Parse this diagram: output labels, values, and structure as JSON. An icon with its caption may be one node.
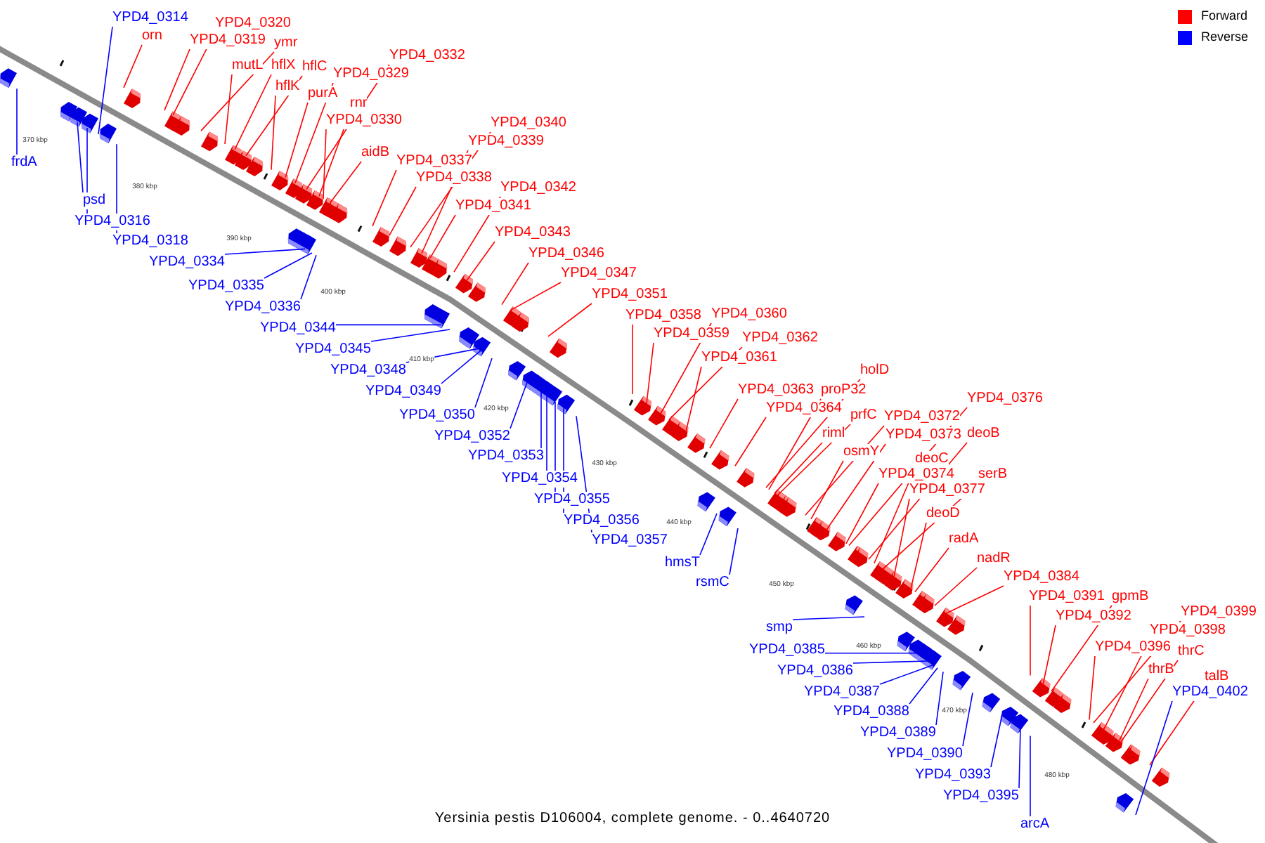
{
  "diagram": {
    "caption": "Yersinia pestis D106004, complete genome. - 0..4640720",
    "nodes": [
      {
        "text": [
          "YPD4_0314"
        ]
      },
      {
        "text": [
          "orn"
        ]
      },
      {
        "text": [
          "YPD4_0320"
        ]
      },
      {
        "text": [
          "YPD4_0319"
        ]
      },
      {
        "text": [
          "ymr"
        ]
      },
      {
        "text": [
          "mutL"
        ]
      },
      {
        "text": [
          "hflX"
        ]
      },
      {
        "text": [
          "hflC"
        ]
      },
      {
        "text": [
          "hflK"
        ]
      },
      {
        "text": [
          "purA"
        ]
      },
      {
        "text": [
          "YPD4_0329"
        ]
      },
      {
        "text": [
          "YPD4_0332"
        ]
      },
      {
        "text": [
          "rnr"
        ]
      },
      {
        "text": [
          "YPD4_0330"
        ]
      },
      {
        "text": [
          "aidB"
        ]
      },
      {
        "text": [
          "YPD4_0340"
        ]
      },
      {
        "text": [
          "YPD4_0339"
        ]
      },
      {
        "text": [
          "YPD4_0337"
        ]
      },
      {
        "text": [
          "YPD4_0338"
        ]
      },
      {
        "text": [
          "YPD4_0342"
        ]
      },
      {
        "text": [
          "YPD4_0341"
        ]
      },
      {
        "text": [
          "YPD4_0343"
        ]
      },
      {
        "text": [
          "YPD4_0346"
        ]
      },
      {
        "text": [
          "YPD4_0347"
        ]
      },
      {
        "text": [
          "YPD4_0351"
        ]
      },
      {
        "text": [
          "YPD4_0358"
        ]
      },
      {
        "text": [
          "YPD4_0360"
        ]
      },
      {
        "text": [
          "YPD4_0359"
        ]
      },
      {
        "text": [
          "YPD4_0362"
        ]
      },
      {
        "text": [
          "YPD4_0361"
        ]
      },
      {
        "text": [
          "YPD4_0363"
        ]
      },
      {
        "text": [
          "proP32"
        ]
      },
      {
        "text": [
          "holD"
        ]
      },
      {
        "text": [
          "YPD4_0364"
        ]
      },
      {
        "text": [
          "prfC"
        ]
      },
      {
        "text": [
          "riml"
        ]
      },
      {
        "text": [
          "YPD4_0372"
        ]
      },
      {
        "text": [
          "YPD4_0376"
        ]
      },
      {
        "text": [
          "YPD4_0373"
        ]
      },
      {
        "text": [
          "deoB"
        ]
      },
      {
        "text": [
          "osmY"
        ]
      },
      {
        "text": [
          "deoC"
        ]
      },
      {
        "text": [
          "YPD4_0374"
        ]
      },
      {
        "text": [
          "serB"
        ]
      },
      {
        "text": [
          "YPD4_0377"
        ]
      },
      {
        "text": [
          "deoD"
        ]
      },
      {
        "text": [
          "radA"
        ]
      },
      {
        "text": [
          "nadR"
        ]
      },
      {
        "text": [
          "YPD4_0384"
        ]
      },
      {
        "text": [
          "YPD4_0391"
        ]
      },
      {
        "text": [
          "gpmB"
        ]
      },
      {
        "text": [
          "YPD4_0399"
        ]
      },
      {
        "text": [
          "YPD4_0392"
        ]
      },
      {
        "text": [
          "YPD4_0398"
        ]
      },
      {
        "text": [
          "YPD4_0396"
        ]
      },
      {
        "text": [
          "thrC"
        ]
      },
      {
        "text": [
          "thrB"
        ]
      },
      {
        "text": [
          "talB"
        ]
      },
      {
        "text": [
          "YPD4_0402"
        ]
      },
      {
        "text": [
          "frdA"
        ]
      },
      {
        "text": [
          "psd"
        ]
      },
      {
        "text": [
          "YPD4_0316"
        ]
      },
      {
        "text": [
          "YPD4_0318"
        ]
      },
      {
        "text": [
          "YPD4_0334"
        ]
      },
      {
        "text": [
          "YPD4_0335"
        ]
      },
      {
        "text": [
          "YPD4_0336"
        ]
      },
      {
        "text": [
          "YPD4_0344"
        ]
      },
      {
        "text": [
          "YPD4_0345"
        ]
      },
      {
        "text": [
          "YPD4_0348"
        ]
      },
      {
        "text": [
          "YPD4_0349"
        ]
      },
      {
        "text": [
          "YPD4_0350"
        ]
      },
      {
        "text": [
          "YPD4_0352"
        ]
      },
      {
        "text": [
          "YPD4_0353"
        ]
      },
      {
        "text": [
          "YPD4_0354"
        ]
      },
      {
        "text": [
          "YPD4_0355"
        ]
      },
      {
        "text": [
          "YPD4_0356"
        ]
      },
      {
        "text": [
          "YPD4_0357"
        ]
      },
      {
        "text": [
          "hmsT"
        ]
      },
      {
        "text": [
          "rsmC"
        ]
      },
      {
        "text": [
          "smp"
        ]
      },
      {
        "text": [
          "YPD4_0385"
        ]
      },
      {
        "text": [
          "YPD4_0386"
        ]
      },
      {
        "text": [
          "YPD4_0387"
        ]
      },
      {
        "text": [
          "YPD4_0388"
        ]
      },
      {
        "text": [
          "YPD4_0389"
        ]
      },
      {
        "text": [
          "YPD4_0390"
        ]
      },
      {
        "text": [
          "YPD4_0393"
        ]
      },
      {
        "text": [
          "YPD4_0395"
        ]
      },
      {
        "text": [
          "arcA"
        ]
      },
      {
        "text": [],
        "shape": "pentagon"
      },
      {
        "text": [],
        "shape": "pentagon"
      },
      {
        "text": [],
        "shape": "pentagon"
      },
      {
        "text": [],
        "shape": "pentagon"
      },
      {
        "text": [],
        "shape": "pentagon"
      },
      {
        "text": [],
        "shape": "pentagon"
      },
      {
        "text": [],
        "shape": "pentagon"
      },
      {
        "text": [],
        "shape": "pentagon"
      },
      {
        "text": [],
        "shape": "pentagon"
      },
      {
        "text": [],
        "shape": "pentagon"
      },
      {
        "text": [],
        "shape": "pentagon"
      },
      {
        "text": [],
        "shape": "pentagon"
      },
      {
        "text": [],
        "shape": "pentagon"
      },
      {
        "text": [],
        "shape": "pentagon"
      },
      {
        "text": [],
        "shape": "pentagon"
      },
      {
        "text": [],
        "shape": "pentagon"
      },
      {
        "text": [],
        "shape": "pentagon"
      },
      {
        "text": [],
        "shape": "pentagon"
      },
      {
        "text": [],
        "shape": "pentagon"
      },
      {
        "text": [],
        "shape": "pentagon"
      },
      {
        "text": [],
        "shape": "pentagon"
      },
      {
        "text": [],
        "shape": "pentagon"
      },
      {
        "text": [],
        "shape": "pentagon"
      },
      {
        "text": [],
        "shape": "pentagon"
      },
      {
        "text": [],
        "shape": "pentagon"
      },
      {
        "text": [],
        "shape": "pentagon"
      },
      {
        "text": [],
        "shape": "pentagon"
      },
      {
        "text": [],
        "shape": "pentagon"
      },
      {
        "text": [],
        "shape": "pentagon"
      },
      {
        "text": [],
        "shape": "pentagon"
      },
      {
        "text": [],
        "shape": "pentagon"
      },
      {
        "text": [],
        "shape": "pentagon"
      },
      {
        "text": [],
        "shape": "pentagon"
      },
      {
        "text": [],
        "shape": "pentagon"
      },
      {
        "text": [],
        "shape": "pentagon"
      },
      {
        "text": [],
        "shape": "pentagon"
      },
      {
        "text": [],
        "shape": "pentagon"
      },
      {
        "text": [],
        "shape": "pentagon"
      },
      {
        "text": [],
        "shape": "pentagon"
      },
      {
        "text": [],
        "shape": "pentagon"
      },
      {
        "text": [],
        "shape": "pentagon"
      },
      {
        "text": [],
        "shape": "pentagon"
      },
      {
        "text": [],
        "shape": "pentagon"
      },
      {
        "text": [],
        "shape": "pentagon"
      },
      {
        "text": [],
        "shape": "pentagon"
      },
      {
        "text": [],
        "shape": "pentagon"
      },
      {
        "text": [],
        "shape": "pentagon"
      },
      {
        "text": [],
        "shape": "pentagon"
      },
      {
        "text": [],
        "shape": "pentagon"
      },
      {
        "text": [],
        "shape": "pentagon"
      },
      {
        "text": [],
        "shape": "pentagon"
      },
      {
        "text": [],
        "shape": "pentagon"
      },
      {
        "text": [],
        "shape": "pentagon"
      },
      {
        "text": [],
        "shape": "pentagon"
      },
      {
        "text": [],
        "shape": "pentagon"
      },
      {
        "text": [],
        "shape": "pentagon"
      },
      {
        "text": [],
        "shape": "pentagon"
      },
      {
        "text": [],
        "shape": "pentagon"
      },
      {
        "text": [],
        "shape": "pentagon"
      },
      {
        "text": [],
        "shape": "pentagon"
      },
      {
        "text": [],
        "shape": "pentagon"
      },
      {
        "text": [],
        "shape": "pentagon"
      },
      {
        "text": [],
        "shape": "pentagon"
      },
      {
        "text": [],
        "shape": "pentagon"
      },
      {
        "text": [],
        "shape": "pentagon"
      },
      {
        "text": [],
        "shape": "pentagon"
      },
      {
        "text": [],
        "shape": "pentagon"
      },
      {
        "text": [],
        "shape": "pentagon"
      },
      {
        "text": [],
        "shape": "pentagon"
      },
      {
        "text": [],
        "shape": "pentagon"
      },
      {
        "text": [],
        "shape": "pentagon"
      },
      {
        "text": [],
        "shape": "pentagon"
      },
      {
        "text": [],
        "shape": "pentagon"
      },
      {
        "text": [],
        "shape": "pentagon"
      },
      {
        "text": [],
        "shape": "pentagon"
      },
      {
        "text": [],
        "shape": "pentagon"
      },
      {
        "text": [],
        "shape": "pentagon"
      },
      {
        "text": [],
        "shape": "pentagon"
      },
      {
        "text": [],
        "shape": "pentagon"
      },
      {
        "text": [],
        "shape": "pentagon"
      },
      {
        "text": [],
        "shape": "pentagon"
      },
      {
        "text": [],
        "shape": "pentagon"
      },
      {
        "text": [],
        "shape": "pentagon"
      },
      {
        "text": [],
        "shape": "pentagon"
      },
      {
        "text": [],
        "shape": "pentagon"
      },
      {
        "text": [],
        "shape": "pentagon"
      },
      {
        "text": [],
        "shape": "pentagon"
      },
      {
        "text": [],
        "shape": "pentagon"
      },
      {
        "text": [],
        "shape": "pentagon"
      }
    ],
    "edges": [
      {
        "from": 0,
        "to": 92,
        "arrow": "none",
        "color": "#0000ff"
      },
      {
        "from": 1,
        "to": 94,
        "arrow": "none"
      },
      {
        "from": 2,
        "to": 96,
        "arrow": "none"
      },
      {
        "from": 3,
        "to": 95,
        "arrow": "none"
      },
      {
        "from": 4,
        "to": 97,
        "arrow": "none"
      },
      {
        "from": 5,
        "to": 98,
        "arrow": "none"
      },
      {
        "from": 6,
        "to": 99,
        "arrow": "none"
      },
      {
        "from": 7,
        "to": 100,
        "arrow": "none"
      },
      {
        "from": 8,
        "to": 101,
        "arrow": "none"
      },
      {
        "from": 9,
        "to": 102,
        "arrow": "none"
      },
      {
        "from": 10,
        "to": 103,
        "arrow": "none"
      },
      {
        "from": 11,
        "to": 105,
        "arrow": "none"
      },
      {
        "from": 12,
        "to": 108,
        "arrow": "none"
      },
      {
        "from": 13,
        "to": 109,
        "arrow": "none"
      },
      {
        "from": 14,
        "to": 110,
        "arrow": "none"
      },
      {
        "from": 15,
        "to": 113,
        "arrow": "none"
      },
      {
        "from": 16,
        "to": 114,
        "arrow": "none"
      },
      {
        "from": 17,
        "to": 111,
        "arrow": "none"
      },
      {
        "from": 18,
        "to": 112,
        "arrow": "none"
      },
      {
        "from": 19,
        "to": 118,
        "arrow": "none"
      },
      {
        "from": 20,
        "to": 115,
        "arrow": "none"
      },
      {
        "from": 21,
        "to": 119,
        "arrow": "none"
      },
      {
        "from": 22,
        "to": 123,
        "arrow": "none"
      },
      {
        "from": 23,
        "to": 124,
        "arrow": "none"
      },
      {
        "from": 24,
        "to": 128,
        "arrow": "none"
      },
      {
        "from": 25,
        "to": 132,
        "arrow": "none"
      },
      {
        "from": 26,
        "to": 134,
        "arrow": "none"
      },
      {
        "from": 27,
        "to": 133,
        "arrow": "none"
      },
      {
        "from": 28,
        "to": 135,
        "arrow": "none"
      },
      {
        "from": 29,
        "to": 136,
        "arrow": "none"
      },
      {
        "from": 30,
        "to": 137,
        "arrow": "none"
      },
      {
        "from": 31,
        "to": 142,
        "arrow": "none"
      },
      {
        "from": 32,
        "to": 141,
        "arrow": "none"
      },
      {
        "from": 33,
        "to": 139,
        "arrow": "none"
      },
      {
        "from": 34,
        "to": 144,
        "arrow": "none"
      },
      {
        "from": 35,
        "to": 143,
        "arrow": "none"
      },
      {
        "from": 36,
        "to": 145,
        "arrow": "none"
      },
      {
        "from": 37,
        "to": 149,
        "arrow": "none"
      },
      {
        "from": 38,
        "to": 147,
        "arrow": "none"
      },
      {
        "from": 39,
        "to": 151,
        "arrow": "none"
      },
      {
        "from": 40,
        "to": 146,
        "arrow": "none"
      },
      {
        "from": 41,
        "to": 152,
        "arrow": "none"
      },
      {
        "from": 42,
        "to": 148,
        "arrow": "none"
      },
      {
        "from": 43,
        "to": 153,
        "arrow": "none"
      },
      {
        "from": 44,
        "to": 154,
        "arrow": "none"
      },
      {
        "from": 45,
        "to": 155,
        "arrow": "none"
      },
      {
        "from": 46,
        "to": 156,
        "arrow": "none"
      },
      {
        "from": 47,
        "to": 160,
        "arrow": "none"
      },
      {
        "from": 48,
        "to": 163,
        "arrow": "none"
      },
      {
        "from": 49,
        "to": 167,
        "arrow": "none"
      },
      {
        "from": 50,
        "to": 170,
        "arrow": "none"
      },
      {
        "from": 51,
        "to": 172,
        "arrow": "none"
      },
      {
        "from": 52,
        "to": 169,
        "arrow": "none"
      },
      {
        "from": 53,
        "to": 173,
        "arrow": "none"
      },
      {
        "from": 54,
        "to": 171,
        "arrow": "none"
      },
      {
        "from": 55,
        "to": 175,
        "arrow": "none"
      },
      {
        "from": 56,
        "to": 174,
        "arrow": "none"
      },
      {
        "from": 57,
        "to": 177,
        "arrow": "none"
      },
      {
        "from": 58,
        "to": 176,
        "arrow": "none",
        "color": "#0000ff"
      },
      {
        "from": 59,
        "to": 89,
        "arrow": "none",
        "color": "#0000ff"
      },
      {
        "from": 60,
        "to": 90,
        "arrow": "none",
        "color": "#0000ff"
      },
      {
        "from": 61,
        "to": 91,
        "arrow": "none",
        "color": "#0000ff"
      },
      {
        "from": 62,
        "to": 93,
        "arrow": "none",
        "color": "#0000ff"
      },
      {
        "from": 63,
        "to": 104,
        "arrow": "none",
        "color": "#0000ff"
      },
      {
        "from": 64,
        "to": 106,
        "arrow": "none",
        "color": "#0000ff"
      },
      {
        "from": 65,
        "to": 107,
        "arrow": "none",
        "color": "#0000ff"
      },
      {
        "from": 66,
        "to": 116,
        "arrow": "none",
        "color": "#0000ff"
      },
      {
        "from": 67,
        "to": 117,
        "arrow": "none",
        "color": "#0000ff"
      },
      {
        "from": 68,
        "to": 120,
        "arrow": "none",
        "color": "#0000ff"
      },
      {
        "from": 69,
        "to": 121,
        "arrow": "none",
        "color": "#0000ff"
      },
      {
        "from": 70,
        "to": 122,
        "arrow": "none",
        "color": "#0000ff"
      },
      {
        "from": 71,
        "to": 125,
        "arrow": "none",
        "color": "#0000ff"
      },
      {
        "from": 72,
        "to": 126,
        "arrow": "none",
        "color": "#0000ff"
      },
      {
        "from": 73,
        "to": 127,
        "arrow": "none",
        "color": "#0000ff"
      },
      {
        "from": 74,
        "to": 129,
        "arrow": "none",
        "color": "#0000ff"
      },
      {
        "from": 75,
        "to": 130,
        "arrow": "none",
        "color": "#0000ff"
      },
      {
        "from": 76,
        "to": 131,
        "arrow": "none",
        "color": "#0000ff"
      },
      {
        "from": 77,
        "to": 138,
        "arrow": "none",
        "color": "#0000ff"
      },
      {
        "from": 78,
        "to": 140,
        "arrow": "none",
        "color": "#0000ff"
      },
      {
        "from": 79,
        "to": 150,
        "arrow": "none",
        "color": "#0000ff"
      },
      {
        "from": 80,
        "to": 157,
        "arrow": "none",
        "color": "#0000ff"
      },
      {
        "from": 81,
        "to": 158,
        "arrow": "none",
        "color": "#0000ff"
      },
      {
        "from": 82,
        "to": 159,
        "arrow": "none",
        "color": "#0000ff"
      },
      {
        "from": 83,
        "to": 161,
        "arrow": "none",
        "color": "#0000ff"
      },
      {
        "from": 84,
        "to": 162,
        "arrow": "none",
        "color": "#0000ff"
      },
      {
        "from": 85,
        "to": 164,
        "arrow": "none",
        "color": "#0000ff"
      },
      {
        "from": 86,
        "to": 165,
        "arrow": "none",
        "color": "#0000ff"
      },
      {
        "from": 87,
        "to": 166,
        "arrow": "none",
        "color": "#0000ff"
      },
      {
        "from": 88,
        "to": 168,
        "arrow": "none",
        "color": "#0000ff"
      }
    ],
    "labels": [
      "370 kbp",
      "380 kbp",
      "390 kbp",
      "400 kbp",
      "410 kbp",
      "420 kbp",
      "430 kbp",
      "440 kbp",
      "450 kbp",
      "460 kbp",
      "470 kbp",
      "480 kbp"
    ],
    "legend": [
      {
        "text": "Forward",
        "color": "#ff0000"
      },
      {
        "text": "Reverse",
        "color": "#0000ff"
      }
    ]
  }
}
